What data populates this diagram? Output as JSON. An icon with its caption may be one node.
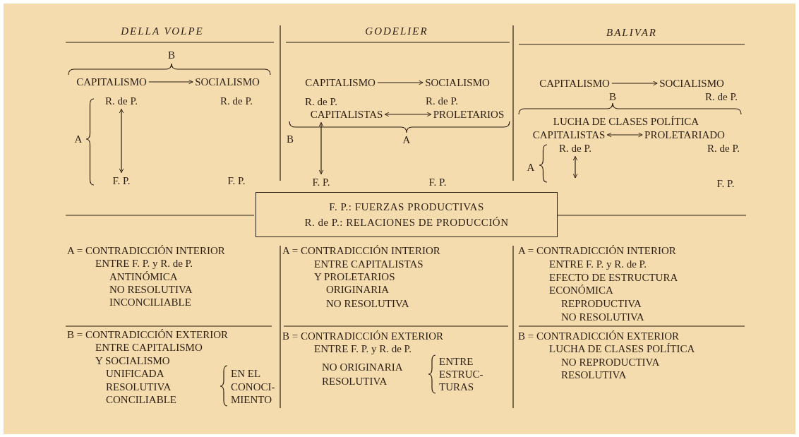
{
  "diagram": {
    "nodes": [
      {
        "text": [
          "CAPITALISMO"
        ]
      },
      {
        "text": [
          "SOCIALISMO"
        ]
      },
      {
        "text": [
          "R. de P."
        ]
      },
      {
        "text": [
          "F. P."
        ]
      },
      {
        "text": [
          "CAPITALISMO"
        ]
      },
      {
        "text": [
          "SOCIALISMO"
        ]
      },
      {
        "text": [
          "R. de P."
        ]
      },
      {
        "text": [
          "CAPITALISTAS"
        ]
      },
      {
        "text": [
          "PROLETARIOS"
        ]
      },
      {
        "text": [
          "F. P."
        ]
      },
      {
        "text": [
          "CAPITALISMO"
        ]
      },
      {
        "text": [
          "SOCIALISMO"
        ]
      },
      {
        "text": [
          "CAPITALISTAS"
        ]
      },
      {
        "text": [
          "PROLETARIADO"
        ]
      },
      {
        "text": [
          "R. de P."
        ]
      },
      {
        "text": [
          "F. P.: FUERZAS PRODUCTIVAS",
          "R. de P.: RELACIONES DE PRODUCCIÓN"
        ]
      }
    ],
    "edges": [
      {
        "from": 0,
        "to": 1,
        "arrow": "to"
      },
      {
        "from": 2,
        "to": 3,
        "arrow": "both"
      },
      {
        "from": 4,
        "to": 5,
        "arrow": "to"
      },
      {
        "from": 7,
        "to": 8,
        "arrow": "both"
      },
      {
        "from": 7,
        "to": 9,
        "arrow": "both"
      },
      {
        "from": 10,
        "to": 11,
        "arrow": "to"
      },
      {
        "from": 12,
        "to": 13,
        "arrow": "both"
      },
      {
        "from": 14,
        "to": null,
        "arrow": "both"
      }
    ],
    "labels": [
      "DELLA VOLPE",
      "GODELIER",
      "BALIVAR",
      "B",
      "R. de P.",
      "A",
      "F. P.",
      "R. de P.",
      "B",
      "A",
      "F. P.",
      "B",
      "R. de P.",
      "LUCHA DE CLASES POLÍTICA",
      "R. de P.",
      "A",
      "F. P.",
      "A = CONTRADICCIÓN INTERIOR",
      "ENTRE F. P. y R. de P.",
      "ANTINÓMICA",
      "NO RESOLUTIVA",
      "INCONCILIABLE",
      "B = CONTRADICCIÓN EXTERIOR",
      "ENTRE CAPITALISMO",
      "Y SOCIALISMO",
      "UNIFICADA",
      "RESOLUTIVA",
      "CONCILIABLE",
      "EN EL",
      "CONOCI-",
      "MIENTO",
      "A = CONTRADICCIÓN INTERIOR",
      "ENTRE CAPITALISTAS",
      "Y PROLETARIOS",
      "ORIGINARIA",
      "NO RESOLUTIVA",
      "B = CONTRADICCIÓN EXTERIOR",
      "ENTRE F. P. y R. de P.",
      "NO ORIGINARIA",
      "RESOLUTIVA",
      "ENTRE",
      "ESTRUC-",
      "TURAS",
      "A = CONTRADICCIÓN INTERIOR",
      "ENTRE F. P. y R. de P.",
      "EFECTO DE ESTRUCTURA",
      "ECONÓMICA",
      "REPRODUCTIVA",
      "NO RESOLUTIVA",
      "B = CONTRADICCIÓN EXTERIOR",
      "LUCHA DE CLASES POLÍTICA",
      "NO REPRODUCTIVA",
      "RESOLUTIVA"
    ]
  }
}
